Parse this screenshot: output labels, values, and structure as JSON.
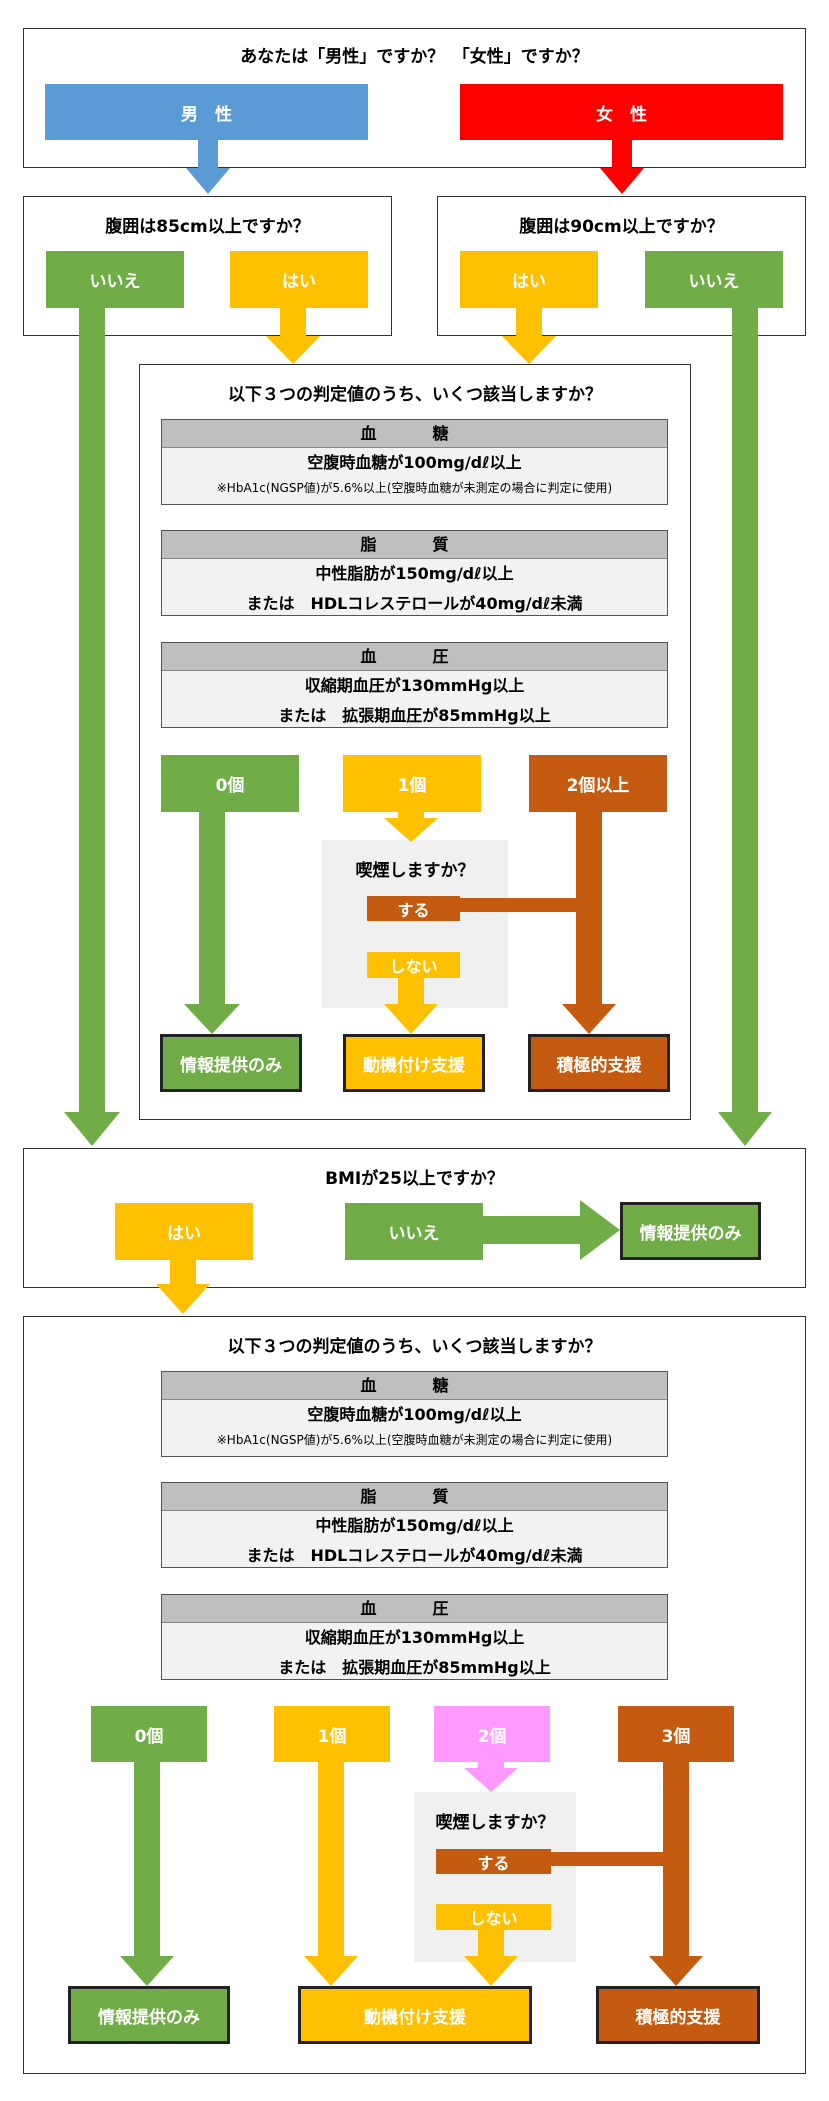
{
  "top": {
    "question": "あなたは「男性」ですか？　「女性」ですか？",
    "male": "男　性",
    "female": "女　性"
  },
  "waist": {
    "male_question": "腹囲は85cm以上ですか？",
    "female_question": "腹囲は90cm以上ですか？",
    "no": "いいえ",
    "yes": "はい"
  },
  "criteria_question": "以下３つの判定値のうち、いくつ該当しますか？",
  "criteria": {
    "blood_sugar": {
      "title": "血　糖",
      "line1": "空腹時血糖が100mg/dℓ以上",
      "note": "※HbA1c(NGSP値)が5.6%以上(空腹時血糖が未測定の場合に判定に使用)"
    },
    "lipid": {
      "title": "脂　質",
      "line1": "中性脂肪が150mg/dℓ以上",
      "line2": "または　HDLコレステロールが40mg/dℓ未満"
    },
    "pressure": {
      "title": "血　圧",
      "line1": "収縮期血圧が130mmHg以上",
      "line2": "または　拡張期血圧が85mmHg以上"
    }
  },
  "section1": {
    "count0": "0個",
    "count1": "1個",
    "count2plus": "2個以上",
    "smoke_question": "喫煙しますか？",
    "smoke_yes": "する",
    "smoke_no": "しない",
    "result_info": "情報提供のみ",
    "result_motivation": "動機付け支援",
    "result_active": "積極的支援"
  },
  "bmi": {
    "question": "BMIが25以上ですか？",
    "yes": "はい",
    "no": "いいえ",
    "result_info": "情報提供のみ"
  },
  "section2": {
    "count0": "0個",
    "count1": "1個",
    "count2": "2個",
    "count3": "3個",
    "smoke_question": "喫煙しますか？",
    "smoke_yes": "する",
    "smoke_no": "しない",
    "result_info": "情報提供のみ",
    "result_motivation": "動機付け支援",
    "result_active": "積極的支援"
  },
  "colors": {
    "green": "#70ad47",
    "yellow": "#ffc000",
    "orange": "#c55a11",
    "blue": "#5b9bd5",
    "red": "#ff0000",
    "pink": "#ff99ff"
  }
}
